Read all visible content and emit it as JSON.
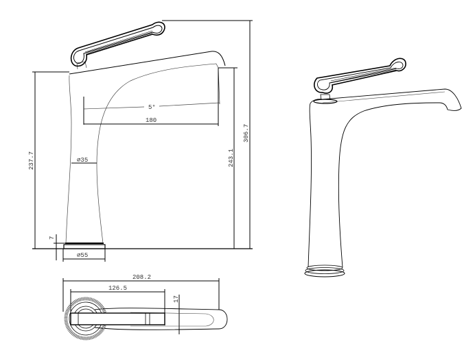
{
  "drawing": {
    "type": "faucet technical drawing",
    "views": [
      "side-elevation",
      "top-plan",
      "isometric-3d"
    ],
    "colors": {
      "line": "#000000",
      "text": "#333333",
      "background": "#ffffff"
    }
  },
  "side_view": {
    "dimensions": {
      "spout_reach": "180",
      "spout_angle": "5°",
      "body_diameter": "∅35",
      "base_diameter": "∅55",
      "base_height": "7",
      "height_to_body_top": "237.7",
      "height_to_spout_outlet": "243.1",
      "overall_height": "306.7"
    }
  },
  "top_view": {
    "dimensions": {
      "overall_length": "208.2",
      "handle_length": "126.5",
      "spout_width": "17"
    }
  }
}
